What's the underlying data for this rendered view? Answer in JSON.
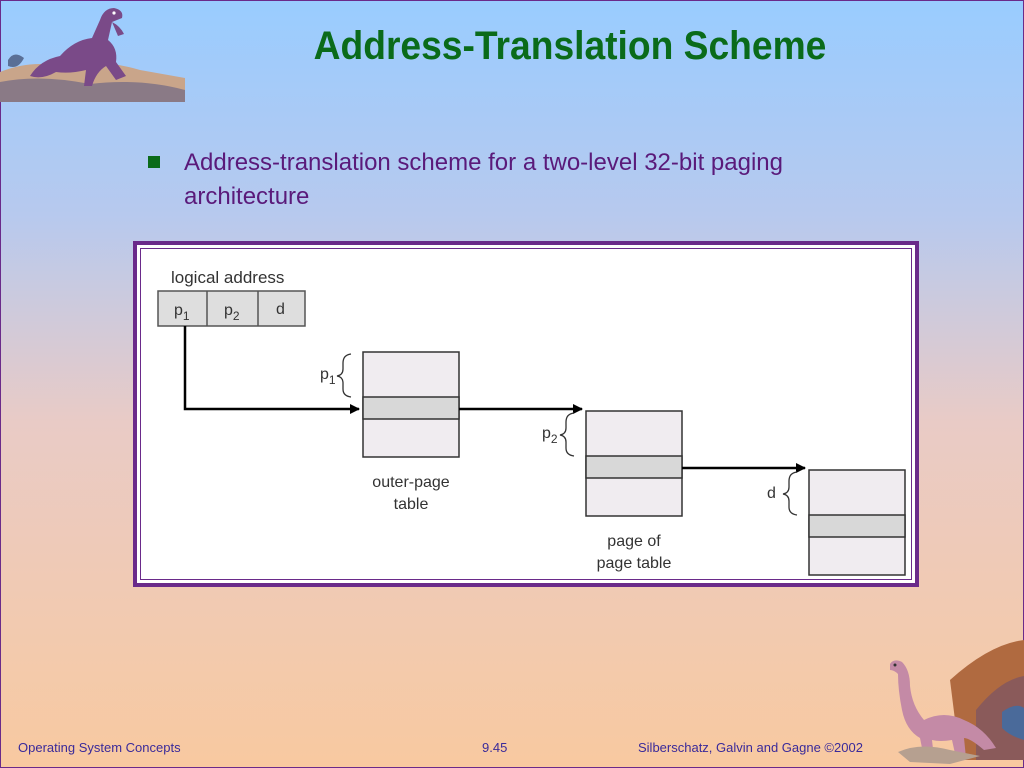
{
  "slide": {
    "title": "Address-Translation Scheme",
    "bullet": "Address-translation scheme for a two-level 32-bit paging architecture"
  },
  "diagram": {
    "logical_address_label": "logical address",
    "fields": [
      {
        "base": "p",
        "sub": "1"
      },
      {
        "base": "p",
        "sub": "2"
      },
      {
        "base": "d",
        "sub": ""
      }
    ],
    "brace_labels": [
      {
        "base": "p",
        "sub": "1"
      },
      {
        "base": "p",
        "sub": "2"
      },
      {
        "base": "d",
        "sub": ""
      }
    ],
    "table_labels": {
      "outer_line1": "outer-page",
      "outer_line2": "table",
      "page_of_line1": "page of",
      "page_of_line2": "page table"
    },
    "colors": {
      "table_fill": "#f0ecf0",
      "entry_fill": "#d8d8d8",
      "field_fill": "#dedede",
      "arrow": "#000000"
    }
  },
  "footer": {
    "left": "Operating System Concepts",
    "center": "9.45",
    "right": "Silberschatz, Galvin and  Gagne ©2002"
  }
}
